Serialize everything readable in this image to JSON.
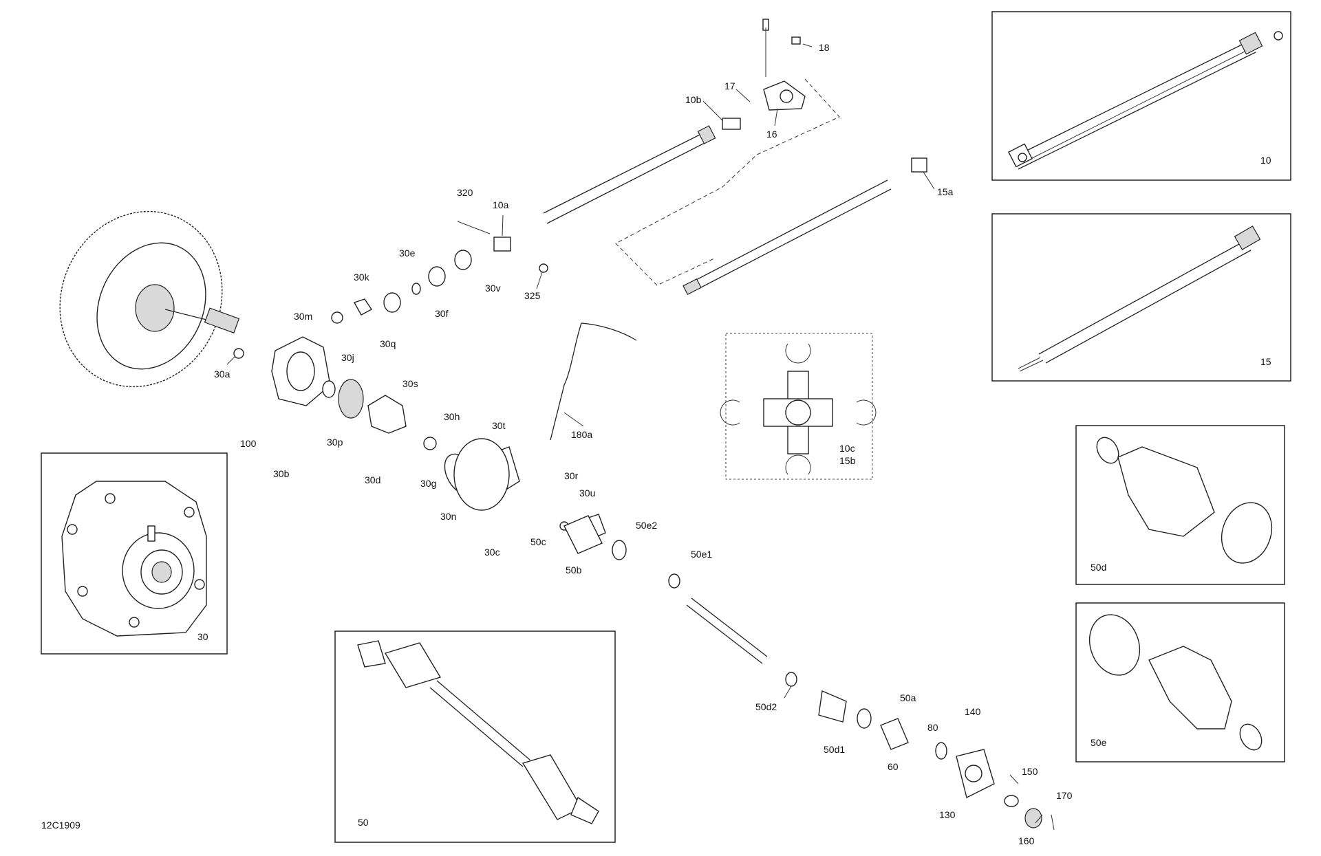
{
  "diagram_code": "12C1909",
  "labels": {
    "l18": "18",
    "l17": "17",
    "l16": "16",
    "l10b": "10b",
    "l10a": "10a",
    "l320": "320",
    "l325": "325",
    "l30e": "30e",
    "l30v": "30v",
    "l30k": "30k",
    "l30f": "30f",
    "l30m": "30m",
    "l30q": "30q",
    "l30a": "30a",
    "l30j": "30j",
    "l30s": "30s",
    "l30h": "30h",
    "l30t": "30t",
    "l100": "100",
    "l30b": "30b",
    "l30p": "30p",
    "l30d": "30d",
    "l30g": "30g",
    "l30n": "30n",
    "l30r": "30r",
    "l30u": "30u",
    "l30c": "30c",
    "l50c": "50c",
    "l50e2": "50e2",
    "l50b": "50b",
    "l50e1": "50e1",
    "l180a": "180a",
    "l15a": "15a",
    "l50d2": "50d2",
    "l50a": "50a",
    "l50d1": "50d1",
    "l80": "80",
    "l140": "140",
    "l60": "60",
    "l150": "150",
    "l130": "130",
    "l170": "170",
    "l160": "160"
  },
  "insets": {
    "i10": "10",
    "i15": "15",
    "i30": "30",
    "i50": "50",
    "i50d": "50d",
    "i50e": "50e",
    "i10c": "10c",
    "i15b": "15b"
  }
}
